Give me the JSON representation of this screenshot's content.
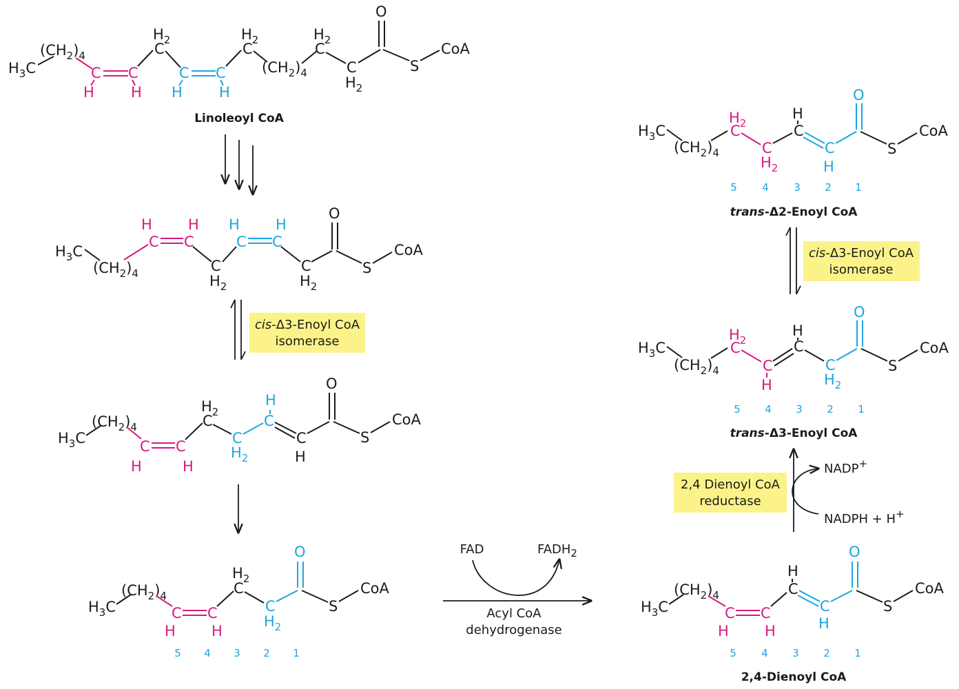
{
  "colors": {
    "black": "#1a1a1a",
    "magenta": "#d6197f",
    "cyan": "#1aa6de",
    "enzyme_box": "#fbf38a"
  },
  "atoms": {
    "H3C": "H3C",
    "CH2_4": "(CH2)4",
    "H2C": "H2",
    "C": "C",
    "H": "H",
    "O": "O",
    "S": "S",
    "CoA": "CoA"
  },
  "molecules": {
    "linoleoyl": {
      "label": "Linoleoyl CoA"
    },
    "cis3_cis6": {
      "label": ""
    },
    "trans2_cis6": {
      "label": ""
    },
    "trans2_cis4": {
      "label": "",
      "numbers": [
        "5",
        "4",
        "3",
        "2",
        "1"
      ]
    },
    "dienoyl": {
      "label": "2,4-Dienoyl CoA",
      "numbers": [
        "5",
        "4",
        "3",
        "2",
        "1"
      ]
    },
    "trans3": {
      "label_prefix": "trans",
      "label_suffix": "-Δ3-Enoyl CoA",
      "numbers": [
        "5",
        "4",
        "3",
        "2",
        "1"
      ]
    },
    "trans2": {
      "label_prefix": "trans",
      "label_suffix": "-Δ2-Enoyl CoA",
      "numbers": [
        "5",
        "4",
        "3",
        "2",
        "1"
      ]
    }
  },
  "enzymes": {
    "isomerase_left": {
      "line1_prefix": "cis",
      "line1_suffix": "-Δ3-Enoyl CoA",
      "line2": "isomerase"
    },
    "isomerase_right": {
      "line1_prefix": "cis",
      "line1_suffix": "-Δ3-Enoyl CoA",
      "line2": "isomerase"
    },
    "dehydrogenase": {
      "line1": "Acyl CoA",
      "line2": "dehydrogenase",
      "cofactor_in": "FAD",
      "cofactor_out": "FADH2"
    },
    "reductase": {
      "line1": "2,4 Dienoyl CoA",
      "line2": "reductase",
      "cofactor_in": "NADPH + H+",
      "cofactor_out": "NADP+"
    }
  }
}
